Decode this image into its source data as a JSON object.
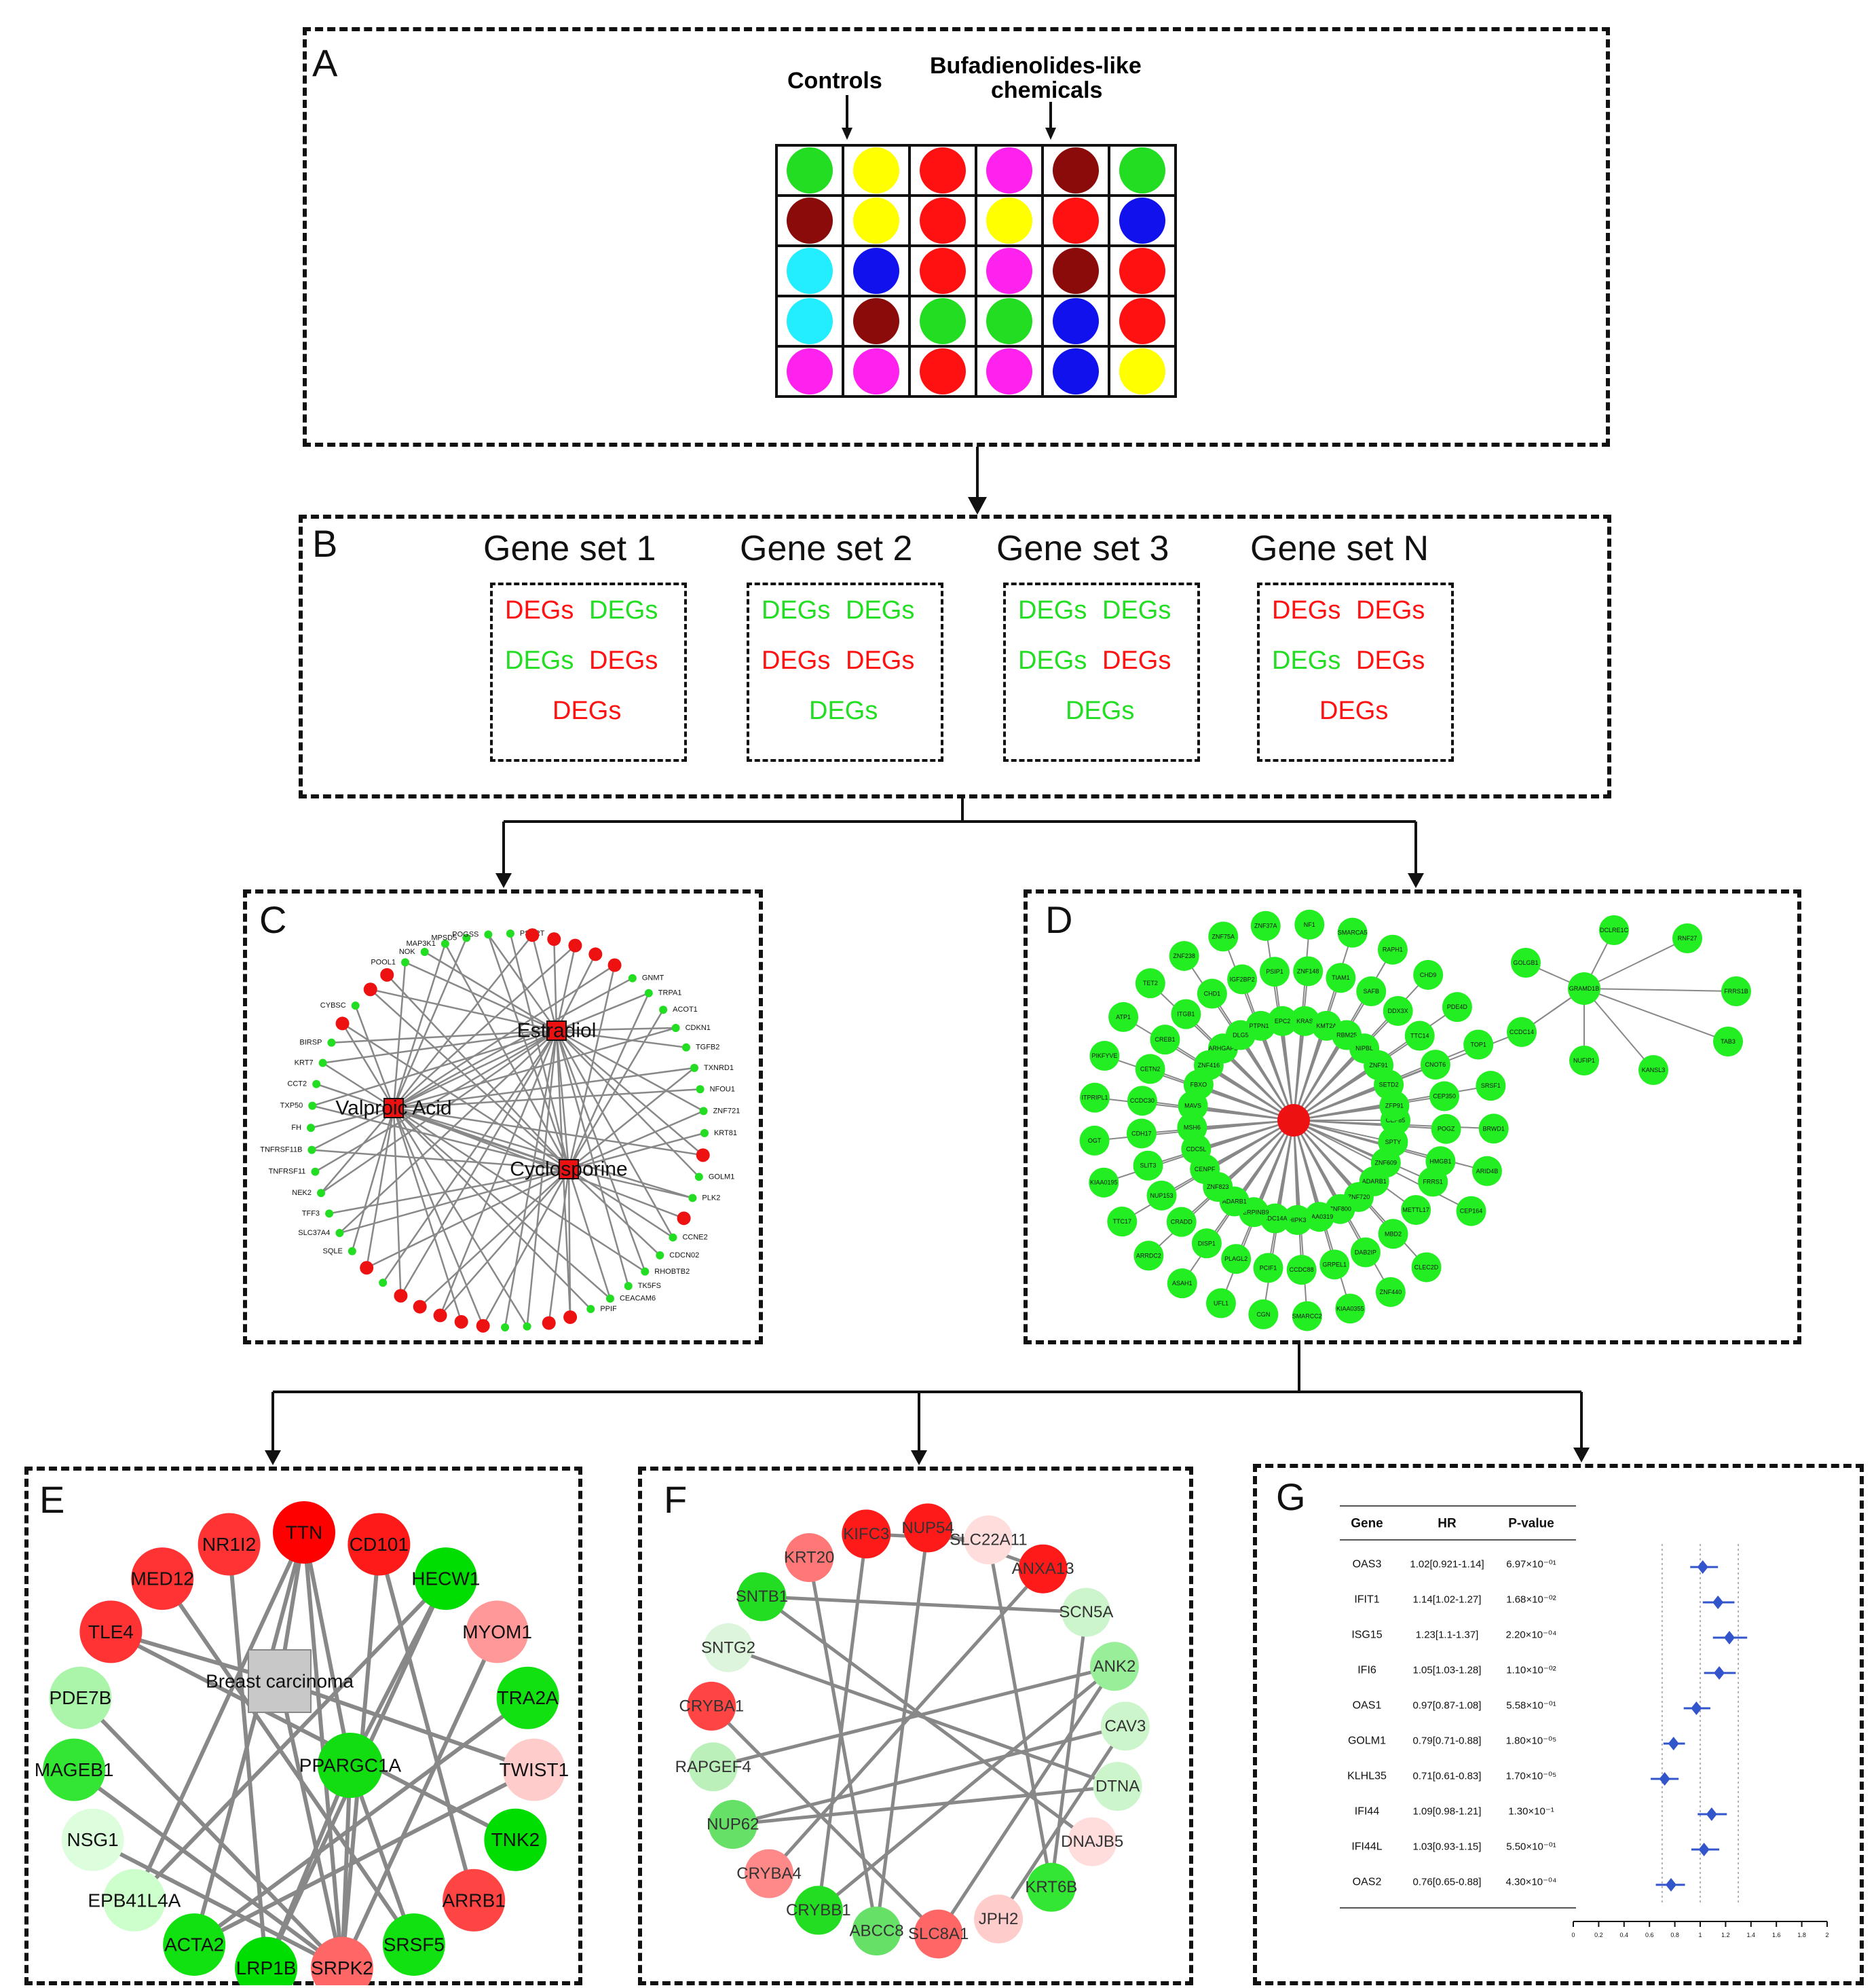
{
  "panels": {
    "A": {
      "label": "A",
      "controls_label": "Controls",
      "chem_label_line1": "Bufadienolides-like",
      "chem_label_line2": "chemicals",
      "colors": {
        "green": "#22dd22",
        "yellow": "#ffff00",
        "red": "#ff1111",
        "magenta": "#ff22ee",
        "darkred": "#8b0a0a",
        "blue": "#1111ee",
        "cyan": "#22eeff"
      },
      "plate": [
        [
          "green",
          "yellow",
          "red",
          "magenta",
          "darkred",
          "green"
        ],
        [
          "darkred",
          "yellow",
          "red",
          "yellow",
          "red",
          "blue"
        ],
        [
          "cyan",
          "blue",
          "red",
          "magenta",
          "darkred",
          "red"
        ],
        [
          "cyan",
          "darkred",
          "green",
          "green",
          "blue",
          "red"
        ],
        [
          "magenta",
          "magenta",
          "red",
          "magenta",
          "blue",
          "yellow"
        ]
      ]
    },
    "B": {
      "label": "B",
      "deg_red": "#ff1111",
      "deg_green": "#22dd22",
      "sets": [
        {
          "title": "Gene set 1",
          "degs": [
            {
              "t": "DEGs",
              "c": "red"
            },
            {
              "t": "DEGs",
              "c": "green"
            },
            {
              "t": "DEGs",
              "c": "green"
            },
            {
              "t": "DEGs",
              "c": "red"
            },
            {
              "t": "DEGs",
              "c": "red"
            }
          ]
        },
        {
          "title": "Gene set 2",
          "degs": [
            {
              "t": "DEGs",
              "c": "green"
            },
            {
              "t": "DEGs",
              "c": "green"
            },
            {
              "t": "DEGs",
              "c": "red"
            },
            {
              "t": "DEGs",
              "c": "red"
            },
            {
              "t": "DEGs",
              "c": "green"
            }
          ]
        },
        {
          "title": "Gene set 3",
          "degs": [
            {
              "t": "DEGs",
              "c": "green"
            },
            {
              "t": "DEGs",
              "c": "green"
            },
            {
              "t": "DEGs",
              "c": "green"
            },
            {
              "t": "DEGs",
              "c": "red"
            },
            {
              "t": "DEGs",
              "c": "green"
            }
          ]
        },
        {
          "title": "Gene set N",
          "degs": [
            {
              "t": "DEGs",
              "c": "red"
            },
            {
              "t": "DEGs",
              "c": "red"
            },
            {
              "t": "DEGs",
              "c": "green"
            },
            {
              "t": "DEGs",
              "c": "red"
            },
            {
              "t": "DEGs",
              "c": "red"
            }
          ]
        }
      ]
    },
    "C": {
      "label": "C",
      "hubs": [
        {
          "name": "Valproic Acid"
        },
        {
          "name": "Estradiol"
        },
        {
          "name": "Cyclosporine"
        }
      ],
      "genes": [
        {
          "n": "",
          "c": "r"
        },
        {
          "n": "",
          "c": "r"
        },
        {
          "n": "",
          "c": "r"
        },
        {
          "n": "GNMT",
          "c": "g"
        },
        {
          "n": "TRPA1",
          "c": "g"
        },
        {
          "n": "ACOT1",
          "c": "g"
        },
        {
          "n": "CDKN1",
          "c": "g"
        },
        {
          "n": "TGFB2",
          "c": "g"
        },
        {
          "n": "TXNRD1",
          "c": "g"
        },
        {
          "n": "NFOU1",
          "c": "g"
        },
        {
          "n": "ZNF721",
          "c": "g"
        },
        {
          "n": "KRT81",
          "c": "g"
        },
        {
          "n": "",
          "c": "r"
        },
        {
          "n": "GOLM1",
          "c": "g"
        },
        {
          "n": "PLK2",
          "c": "g"
        },
        {
          "n": "",
          "c": "r"
        },
        {
          "n": "CCNE2",
          "c": "g"
        },
        {
          "n": "CDCN02",
          "c": "g"
        },
        {
          "n": "RHOBTB2",
          "c": "g"
        },
        {
          "n": "TK5FS",
          "c": "g"
        },
        {
          "n": "CEACAM6",
          "c": "g"
        },
        {
          "n": "PPIF",
          "c": "g"
        },
        {
          "n": "",
          "c": "r"
        },
        {
          "n": "",
          "c": "r"
        },
        {
          "n": "",
          "c": "g"
        },
        {
          "n": "",
          "c": "g"
        },
        {
          "n": "",
          "c": "r"
        },
        {
          "n": "",
          "c": "r"
        },
        {
          "n": "",
          "c": "r"
        },
        {
          "n": "",
          "c": "r"
        },
        {
          "n": "",
          "c": "r"
        },
        {
          "n": "",
          "c": "g"
        },
        {
          "n": "",
          "c": "r"
        },
        {
          "n": "SQLE",
          "c": "g"
        },
        {
          "n": "SLC37A4",
          "c": "g"
        },
        {
          "n": "TFF3",
          "c": "g"
        },
        {
          "n": "NEK2",
          "c": "g"
        },
        {
          "n": "TNFRSF11",
          "c": "g"
        },
        {
          "n": "TNFRSF11B",
          "c": "g"
        },
        {
          "n": "FH",
          "c": "g"
        },
        {
          "n": "TXP50",
          "c": "g"
        },
        {
          "n": "CCT2",
          "c": "g"
        },
        {
          "n": "KRT7",
          "c": "g"
        },
        {
          "n": "BIRSP",
          "c": "g"
        },
        {
          "n": "",
          "c": "r"
        },
        {
          "n": "CYBSC",
          "c": "g"
        },
        {
          "n": "",
          "c": "r"
        },
        {
          "n": "",
          "c": "r"
        },
        {
          "n": "POOL1",
          "c": "g"
        },
        {
          "n": "NOK",
          "c": "g"
        },
        {
          "n": "MAP3K1",
          "c": "g"
        },
        {
          "n": "MPSD5",
          "c": "g"
        },
        {
          "n": "POGSS",
          "c": "g"
        },
        {
          "n": "PSERT",
          "c": "g"
        },
        {
          "n": "",
          "c": "r"
        },
        {
          "n": "",
          "c": "r"
        }
      ]
    },
    "D": {
      "label": "D",
      "hub": "",
      "hub2": "GRAMD1B",
      "genes": [
        "CEP85",
        "FRRS1",
        "CLEC2D",
        "SPTY",
        "METTL17",
        "ZNF440",
        "ZNF609",
        "MBD2",
        "KIAA0355",
        "ADARB1",
        "DAB2IP",
        "SMARCC2",
        "ZNF720",
        "GRPEL1",
        "CGN",
        "ZNF800",
        "CCDC88",
        "UFL1",
        "KIAA0319",
        "PCIF1",
        "ASAH1",
        "HIPK3",
        "PLAGL2",
        "ARRDC2",
        "CDC14A",
        "DISP1",
        "TTC17",
        "SERPINB9",
        "CRADD",
        "KIAA0195",
        "ADARB1",
        "NUP153",
        "OGT",
        "ZNF823",
        "SLIT3",
        "ITPRIPL1",
        "CENPF",
        "CDH17",
        "PIKFYVE",
        "CDC5L",
        "CCDC30",
        "ATP1",
        "MSH6",
        "CETN2",
        "TET2",
        "MAVS",
        "CREB1",
        "ZNF238",
        "FBXO",
        "ITGB1",
        "ZNF75A",
        "ZNF416",
        "CHD1",
        "ZNF37A",
        "ARHGAP5",
        "IGF2BP2",
        "NF1",
        "DLG5",
        "PSIP1",
        "SMARCA5",
        "PTPN12",
        "ZNF148",
        "RAPH1",
        "EPC2",
        "TIAM1",
        "CHD9",
        "KRAS",
        "SAFB",
        "PDE4D",
        "KMT2A",
        "DDX3X",
        "TOP1",
        "RBM25",
        "TTC14",
        "SRSF1",
        "NIPBL",
        "CNOT6",
        "BRWD1",
        "ZNF91",
        "CEP350",
        "ARID4B",
        "SETD2",
        "POGZ",
        "CEP164",
        "ZFP91",
        "HMGB1"
      ],
      "satellites": [
        "DCLRE1C",
        "RNF27",
        "FRRS1B",
        "TAB3",
        "KANSL3",
        "NUFIP1",
        "GOLGB1",
        "CCDC14"
      ]
    },
    "E": {
      "label": "E",
      "center": "Breast carcinoma",
      "center2": "PPARGC1A",
      "nodes": [
        {
          "n": "TTN",
          "c": "#ff0000"
        },
        {
          "n": "CD101",
          "c": "#ff1a1a"
        },
        {
          "n": "HECW1",
          "c": "#00dd00"
        },
        {
          "n": "MYOM1",
          "c": "#ff9999"
        },
        {
          "n": "TRA2A",
          "c": "#11e011"
        },
        {
          "n": "TWIST1",
          "c": "#ffcccc"
        },
        {
          "n": "TNK2",
          "c": "#00dd00"
        },
        {
          "n": "ARRB1",
          "c": "#ff4444"
        },
        {
          "n": "SRSF5",
          "c": "#11e011"
        },
        {
          "n": "SRPK2",
          "c": "#ff6666"
        },
        {
          "n": "LRP1B",
          "c": "#00dd00"
        },
        {
          "n": "ACTA2",
          "c": "#11e011"
        },
        {
          "n": "EPB41L4A",
          "c": "#ccffcc"
        },
        {
          "n": "NSG1",
          "c": "#ddfedd"
        },
        {
          "n": "MAGEB1",
          "c": "#33e633"
        },
        {
          "n": "PDE7B",
          "c": "#aaf5aa"
        },
        {
          "n": "TLE4",
          "c": "#ff3333"
        },
        {
          "n": "MED12",
          "c": "#ff3333"
        },
        {
          "n": "NR1I2",
          "c": "#ff3333"
        }
      ]
    },
    "F": {
      "label": "F",
      "nodes": [
        {
          "n": "KIFC3",
          "c": "#ff1a1a"
        },
        {
          "n": "NUP54",
          "c": "#ff1a1a"
        },
        {
          "n": "SLC22A11",
          "c": "#ffdddd"
        },
        {
          "n": "ANXA13",
          "c": "#ff1a1a"
        },
        {
          "n": "SCN5A",
          "c": "#ccf5cc"
        },
        {
          "n": "ANK2",
          "c": "#99ee99"
        },
        {
          "n": "CAV3",
          "c": "#ccf5cc"
        },
        {
          "n": "DTNA",
          "c": "#ccf5cc"
        },
        {
          "n": "DNAJB5",
          "c": "#ffdddd"
        },
        {
          "n": "KRT6B",
          "c": "#33e633"
        },
        {
          "n": "JPH2",
          "c": "#ffcccc"
        },
        {
          "n": "SLC8A1",
          "c": "#ff6666"
        },
        {
          "n": "ABCC8",
          "c": "#66e066"
        },
        {
          "n": "CRYBB1",
          "c": "#22dd22"
        },
        {
          "n": "CRYBA4",
          "c": "#ff8888"
        },
        {
          "n": "NUP62",
          "c": "#66e066"
        },
        {
          "n": "RAPGEF4",
          "c": "#bbf0bb"
        },
        {
          "n": "CRYBA1",
          "c": "#ff4444"
        },
        {
          "n": "SNTG2",
          "c": "#ddf5dd"
        },
        {
          "n": "SNTB1",
          "c": "#22dd22"
        },
        {
          "n": "KRT20",
          "c": "#ff7777"
        }
      ]
    },
    "G": {
      "label": "G",
      "headers": [
        "Gene",
        "HR",
        "P-value"
      ],
      "rows": [
        {
          "gene": "OAS3",
          "hr": "1.02[0.921-1.14]",
          "p": "6.97×10⁻⁰¹",
          "est": 1.02,
          "lo": 0.921,
          "hi": 1.14
        },
        {
          "gene": "IFIT1",
          "hr": "1.14[1.02-1.27]",
          "p": "1.68×10⁻⁰²",
          "est": 1.14,
          "lo": 1.02,
          "hi": 1.27
        },
        {
          "gene": "ISG15",
          "hr": "1.23[1.1-1.37]",
          "p": "2.20×10⁻⁰⁴",
          "est": 1.23,
          "lo": 1.1,
          "hi": 1.37
        },
        {
          "gene": "IFI6",
          "hr": "1.05[1.03-1.28]",
          "p": "1.10×10⁻⁰²",
          "est": 1.15,
          "lo": 1.03,
          "hi": 1.28
        },
        {
          "gene": "OAS1",
          "hr": "0.97[0.87-1.08]",
          "p": "5.58×10⁻⁰¹",
          "est": 0.97,
          "lo": 0.87,
          "hi": 1.08
        },
        {
          "gene": "GOLM1",
          "hr": "0.79[0.71-0.88]",
          "p": "1.80×10⁻⁰⁵",
          "est": 0.79,
          "lo": 0.71,
          "hi": 0.88
        },
        {
          "gene": "KLHL35",
          "hr": "0.71[0.61-0.83]",
          "p": "1.70×10⁻⁰⁵",
          "est": 0.72,
          "lo": 0.61,
          "hi": 0.83
        },
        {
          "gene": "IFI44",
          "hr": "1.09[0.98-1.21]",
          "p": "1.30×10⁻¹",
          "est": 1.09,
          "lo": 0.98,
          "hi": 1.21
        },
        {
          "gene": "IFI44L",
          "hr": "1.03[0.93-1.15]",
          "p": "5.50×10⁻⁰¹",
          "est": 1.03,
          "lo": 0.93,
          "hi": 1.15
        },
        {
          "gene": "OAS2",
          "hr": "0.76[0.65-0.88]",
          "p": "4.30×10⁻⁰⁴",
          "est": 0.77,
          "lo": 0.65,
          "hi": 0.88
        }
      ],
      "axis_ticks": [
        "0",
        "0.2",
        "0.4",
        "0.6",
        "0.8",
        "1",
        "1.2",
        "1.4",
        "1.6",
        "1.8",
        "2"
      ],
      "point_color": "#3355cc"
    }
  }
}
